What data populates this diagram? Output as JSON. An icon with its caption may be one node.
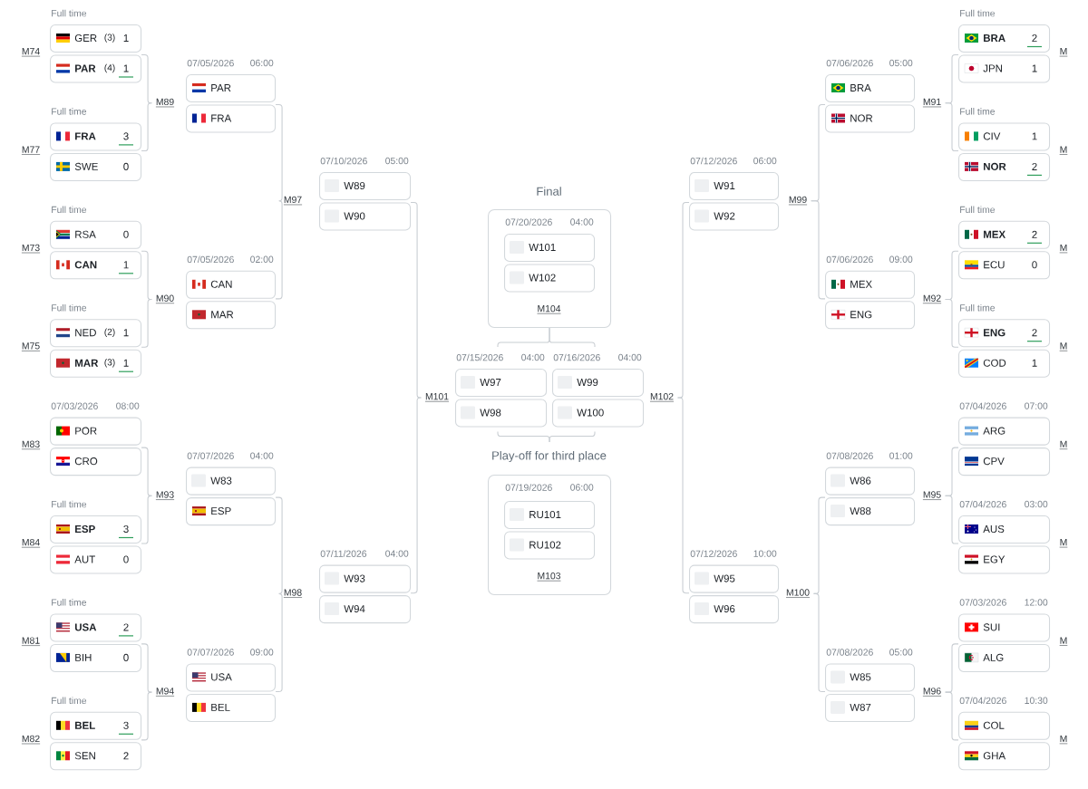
{
  "diagram": {
    "nodes": [
      {
        "text": [
          "GER",
          "(3)",
          "1"
        ],
        "beside": [
          "Full time"
        ]
      },
      {
        "text": [
          "PAR",
          "(4)",
          "1"
        ]
      },
      {
        "text": [
          "FRA",
          "3"
        ],
        "beside": [
          "Full time"
        ]
      },
      {
        "text": [
          "SWE",
          "0"
        ]
      },
      {
        "text": [
          "RSA",
          "0"
        ],
        "beside": [
          "Full time"
        ]
      },
      {
        "text": [
          "CAN",
          "1"
        ]
      },
      {
        "text": [
          "NED",
          "(2)",
          "1"
        ],
        "beside": [
          "Full time"
        ]
      },
      {
        "text": [
          "MAR",
          "(3)",
          "1"
        ]
      },
      {
        "text": [
          "POR"
        ],
        "beside": [
          "07/03/2026",
          "08:00"
        ]
      },
      {
        "text": [
          "CRO"
        ]
      },
      {
        "text": [
          "ESP",
          "3"
        ],
        "beside": [
          "Full time"
        ]
      },
      {
        "text": [
          "AUT",
          "0"
        ]
      },
      {
        "text": [
          "USA",
          "2"
        ],
        "beside": [
          "Full time"
        ]
      },
      {
        "text": [
          "BIH",
          "0"
        ]
      },
      {
        "text": [
          "BEL",
          "3"
        ],
        "beside": [
          "Full time"
        ]
      },
      {
        "text": [
          "SEN",
          "2"
        ]
      },
      {
        "text": [
          "M89"
        ]
      },
      {
        "text": [
          "PAR"
        ],
        "beside": [
          "07/05/2026",
          "06:00"
        ]
      },
      {
        "text": [
          "FRA"
        ]
      },
      {
        "text": [
          "M90"
        ]
      },
      {
        "text": [
          "CAN"
        ],
        "beside": [
          "07/05/2026",
          "02:00"
        ]
      },
      {
        "text": [
          "MAR"
        ]
      },
      {
        "text": [
          "M93"
        ]
      },
      {
        "text": [
          "W83"
        ],
        "beside": [
          "07/07/2026",
          "04:00"
        ]
      },
      {
        "text": [
          "ESP"
        ]
      },
      {
        "text": [
          "M94"
        ]
      },
      {
        "text": [
          "USA"
        ],
        "beside": [
          "07/07/2026",
          "09:00"
        ]
      },
      {
        "text": [
          "BEL"
        ]
      },
      {
        "text": [
          "M97"
        ]
      },
      {
        "text": [
          "W89"
        ],
        "beside": [
          "07/10/2026",
          "05:00"
        ]
      },
      {
        "text": [
          "W90"
        ]
      },
      {
        "text": [
          "M98"
        ]
      },
      {
        "text": [
          "W93"
        ],
        "beside": [
          "07/11/2026",
          "04:00"
        ]
      },
      {
        "text": [
          "W94"
        ]
      },
      {
        "text": [
          "Final",
          "07/20/2026",
          "04:00",
          "M104"
        ]
      },
      {
        "text": [
          "W101"
        ],
        "in": 34
      },
      {
        "text": [
          "W102"
        ],
        "in": 34
      },
      {
        "text": [
          "M101"
        ]
      },
      {
        "text": [
          "W97"
        ],
        "beside": [
          "07/15/2026",
          "04:00"
        ]
      },
      {
        "text": [
          "W98"
        ]
      },
      {
        "text": [
          "W99"
        ],
        "beside": [
          "07/16/2026",
          "04:00"
        ]
      },
      {
        "text": [
          "W100"
        ]
      },
      {
        "text": [
          "M102"
        ]
      },
      {
        "text": [
          "Play-off for third place",
          "07/19/2026",
          "06:00",
          "M103"
        ]
      },
      {
        "text": [
          "RU101"
        ],
        "in": 43
      },
      {
        "text": [
          "RU102"
        ],
        "in": 43
      },
      {
        "text": [
          "W91"
        ],
        "beside": [
          "07/12/2026",
          "06:00"
        ]
      },
      {
        "text": [
          "W92"
        ]
      },
      {
        "text": [
          "M99"
        ]
      },
      {
        "text": [
          "W95"
        ],
        "beside": [
          "07/12/2026",
          "10:00"
        ]
      },
      {
        "text": [
          "W96"
        ]
      },
      {
        "text": [
          "M100"
        ]
      },
      {
        "text": [
          "BRA"
        ],
        "beside": [
          "07/06/2026",
          "05:00"
        ]
      },
      {
        "text": [
          "NOR"
        ]
      },
      {
        "text": [
          "M91"
        ]
      },
      {
        "text": [
          "MEX"
        ],
        "beside": [
          "07/06/2026",
          "09:00"
        ]
      },
      {
        "text": [
          "ENG"
        ]
      },
      {
        "text": [
          "M92"
        ]
      },
      {
        "text": [
          "W86"
        ],
        "beside": [
          "07/08/2026",
          "01:00"
        ]
      },
      {
        "text": [
          "W88"
        ]
      },
      {
        "text": [
          "M95"
        ]
      },
      {
        "text": [
          "W85"
        ],
        "beside": [
          "07/08/2026",
          "05:00"
        ]
      },
      {
        "text": [
          "W87"
        ]
      },
      {
        "text": [
          "M96"
        ]
      },
      {
        "text": [
          "BRA",
          "2"
        ],
        "beside": [
          "Full time"
        ]
      },
      {
        "text": [
          "JPN",
          "1"
        ]
      },
      {
        "text": [
          "CIV",
          "1"
        ],
        "beside": [
          "Full time"
        ]
      },
      {
        "text": [
          "NOR",
          "2"
        ]
      },
      {
        "text": [
          "MEX",
          "2"
        ],
        "beside": [
          "Full time"
        ]
      },
      {
        "text": [
          "ECU",
          "0"
        ]
      },
      {
        "text": [
          "ENG",
          "2"
        ],
        "beside": [
          "Full time"
        ]
      },
      {
        "text": [
          "COD",
          "1"
        ]
      },
      {
        "text": [
          "ARG"
        ],
        "beside": [
          "07/04/2026",
          "07:00"
        ]
      },
      {
        "text": [
          "CPV"
        ]
      },
      {
        "text": [
          "AUS"
        ],
        "beside": [
          "07/04/2026",
          "03:00"
        ]
      },
      {
        "text": [
          "EGY"
        ]
      },
      {
        "text": [
          "SUI"
        ],
        "beside": [
          "07/03/2026",
          "12:00"
        ]
      },
      {
        "text": [
          "ALG"
        ]
      },
      {
        "text": [
          "COL"
        ],
        "beside": [
          "07/04/2026",
          "10:30"
        ]
      },
      {
        "text": [
          "GHA"
        ]
      }
    ],
    "edges": [
      {
        "from": 1,
        "to": 16,
        "arrow": "none"
      },
      {
        "from": 2,
        "to": 16,
        "arrow": "none"
      },
      {
        "from": 5,
        "to": 19,
        "arrow": "none"
      },
      {
        "from": 6,
        "to": 19,
        "arrow": "none"
      },
      {
        "from": 9,
        "to": 22,
        "arrow": "none"
      },
      {
        "from": 10,
        "to": 22,
        "arrow": "none"
      },
      {
        "from": 13,
        "to": 25,
        "arrow": "none"
      },
      {
        "from": 14,
        "to": 25,
        "arrow": "none"
      },
      {
        "from": 18,
        "to": 28,
        "arrow": "none"
      },
      {
        "from": 20,
        "to": 28,
        "arrow": "none"
      },
      {
        "from": 24,
        "to": 31,
        "arrow": "none"
      },
      {
        "from": 26,
        "to": 31,
        "arrow": "none"
      },
      {
        "from": 30,
        "to": 37,
        "arrow": "none"
      },
      {
        "from": 32,
        "to": 37,
        "arrow": "none"
      },
      {
        "from": 38,
        "to": 34,
        "arrow": "none"
      },
      {
        "from": 40,
        "to": 34,
        "arrow": "none"
      },
      {
        "from": 39,
        "to": 43,
        "arrow": "none"
      },
      {
        "from": 41,
        "to": 43,
        "arrow": "none"
      },
      {
        "from": 47,
        "to": 42,
        "arrow": "none"
      },
      {
        "from": 49,
        "to": 42,
        "arrow": "none"
      },
      {
        "from": 53,
        "to": 48,
        "arrow": "none"
      },
      {
        "from": 55,
        "to": 48,
        "arrow": "none"
      },
      {
        "from": 59,
        "to": 51,
        "arrow": "none"
      },
      {
        "from": 61,
        "to": 51,
        "arrow": "none"
      },
      {
        "from": 65,
        "to": 54,
        "arrow": "none"
      },
      {
        "from": 66,
        "to": 54,
        "arrow": "none"
      },
      {
        "from": 69,
        "to": 57,
        "arrow": "none"
      },
      {
        "from": 70,
        "to": 57,
        "arrow": "none"
      },
      {
        "from": 73,
        "to": 60,
        "arrow": "none"
      },
      {
        "from": 74,
        "to": 60,
        "arrow": "none"
      },
      {
        "from": 77,
        "to": 63,
        "arrow": "none"
      },
      {
        "from": 78,
        "to": 63,
        "arrow": "none"
      }
    ],
    "labels": [
      "M74",
      "M77",
      "M73",
      "M75",
      "M83",
      "M84",
      "M81",
      "M82",
      "M",
      "M",
      "M",
      "M",
      "M",
      "M",
      "M",
      "M"
    ]
  }
}
